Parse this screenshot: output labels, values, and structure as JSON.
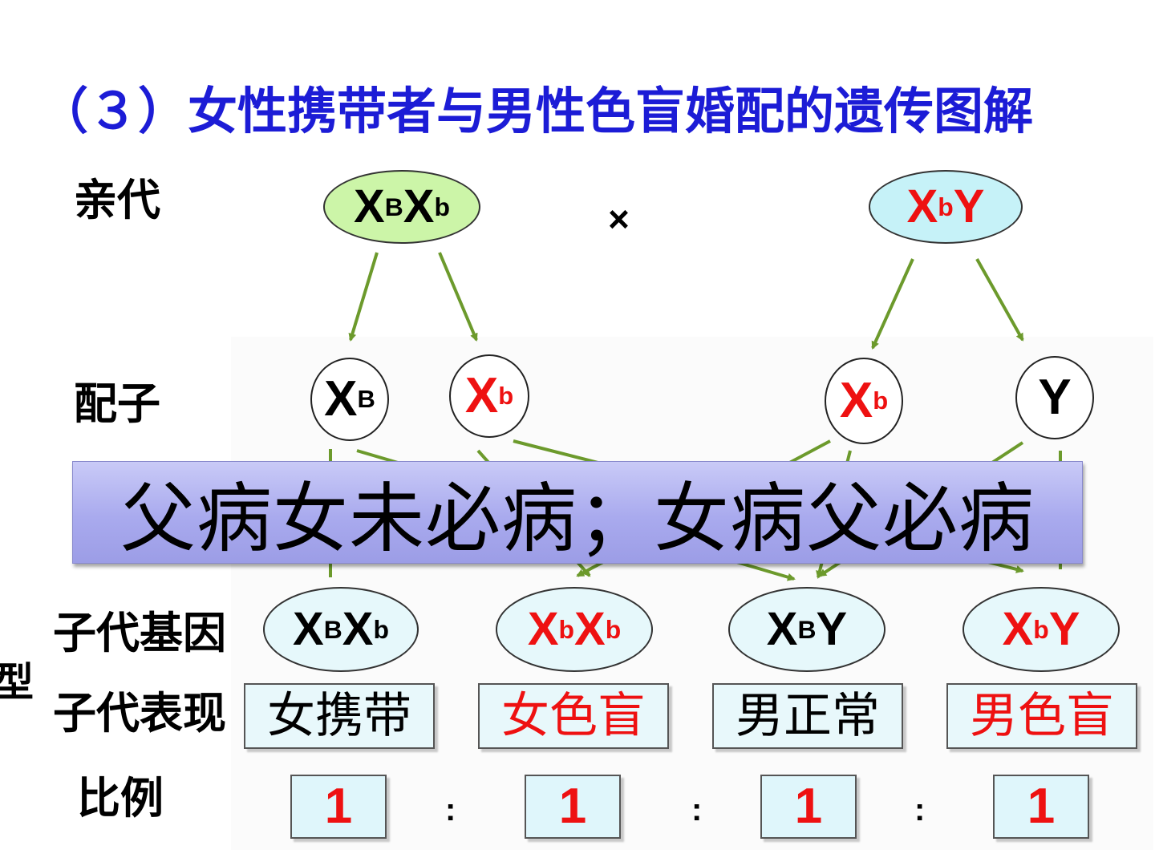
{
  "title": "（３）女性携带者与男性色盲婚配的遗传图解",
  "labels": {
    "parents": "亲代",
    "gametes": "配子",
    "offspring_genotype": "子代基因",
    "offspring_phenotype": "子代表现",
    "ratio": "比例",
    "edge_char": "型"
  },
  "parents": {
    "mother": {
      "base1": "X",
      "sup1": "B",
      "base2": "X",
      "sup2": "b",
      "fill": "#ccf5a8",
      "color": "#000000"
    },
    "cross": "×",
    "father": {
      "base1": "X",
      "sup1": "b",
      "base2": "Y",
      "sup2": "",
      "fill": "#c6f2f8",
      "color": "#ee1111"
    }
  },
  "gametes": [
    {
      "base": "X",
      "sup": "B",
      "color": "#000000"
    },
    {
      "base": "X",
      "sup": "b",
      "color": "#ee1111"
    },
    {
      "base": "X",
      "sup": "b",
      "color": "#ee1111"
    },
    {
      "base": "Y",
      "sup": "",
      "color": "#000000"
    }
  ],
  "offspring": [
    {
      "base1": "X",
      "sup1": "B",
      "base2": "X",
      "sup2": "b",
      "color": "#000000",
      "phenotype": "女携带",
      "phenotype_color": "#000000",
      "ratio": "1"
    },
    {
      "base1": "X",
      "sup1": "b",
      "base2": "X",
      "sup2": "b",
      "color": "#ee1111",
      "phenotype": "女色盲",
      "phenotype_color": "#ee1111",
      "ratio": "1"
    },
    {
      "base1": "X",
      "sup1": "B",
      "base2": "Y",
      "sup2": "",
      "color": "#000000",
      "phenotype": "男正常",
      "phenotype_color": "#000000",
      "ratio": "1"
    },
    {
      "base1": "X",
      "sup1": "b",
      "base2": "Y",
      "sup2": "",
      "color": "#ee1111",
      "phenotype": "男色盲",
      "phenotype_color": "#ee1111",
      "ratio": "1"
    }
  ],
  "ratio_separator": ":",
  "banner": "父病女未必病；女病父必病",
  "colors": {
    "title": "#1c1cd6",
    "arrow": "#6c9a2c",
    "red": "#ee1111",
    "offspring_fill": "#e6f8fb",
    "banner": "#a9aaee"
  }
}
